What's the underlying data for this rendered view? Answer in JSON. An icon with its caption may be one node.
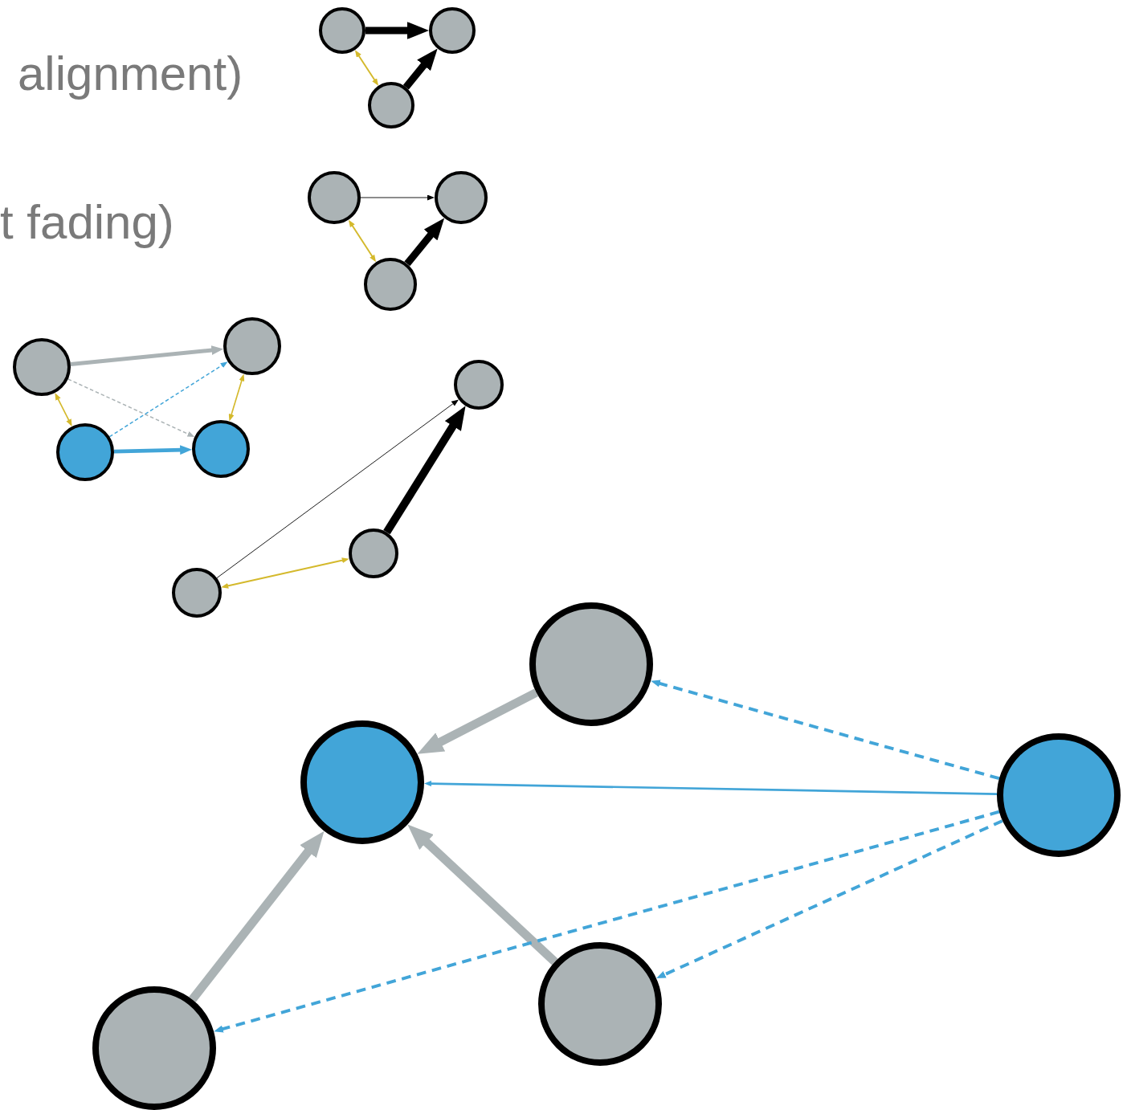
{
  "diagram": {
    "nodes": [
      {
        "text": [],
        "shape": "circle"
      },
      {
        "text": [],
        "shape": "circle"
      },
      {
        "text": [],
        "shape": "circle"
      },
      {
        "text": [],
        "shape": "circle"
      },
      {
        "text": [],
        "shape": "circle"
      },
      {
        "text": [],
        "shape": "circle"
      },
      {
        "text": [],
        "shape": "circle"
      },
      {
        "text": [],
        "shape": "circle"
      },
      {
        "text": [],
        "shape": "circle"
      },
      {
        "text": [],
        "shape": "circle"
      },
      {
        "text": [],
        "shape": "circle"
      },
      {
        "text": [],
        "shape": "circle"
      },
      {
        "text": [],
        "shape": "circle"
      },
      {
        "text": [],
        "shape": "circle"
      },
      {
        "text": [],
        "shape": "circle"
      },
      {
        "text": [],
        "shape": "circle"
      },
      {
        "text": [],
        "shape": "circle"
      },
      {
        "text": [],
        "shape": "circle"
      }
    ],
    "edges": [
      {
        "from": 0,
        "to": 1,
        "arrow": "to",
        "style": "thick",
        "color": "#000000"
      },
      {
        "from": 2,
        "to": 1,
        "arrow": "to",
        "style": "thick",
        "color": "#000000"
      },
      {
        "from": 0,
        "to": 2,
        "arrow": "both",
        "color": "#d4b92c"
      },
      {
        "from": 3,
        "to": 4,
        "arrow": "to",
        "color": "#000000"
      },
      {
        "from": 5,
        "to": 4,
        "arrow": "to",
        "style": "thick",
        "color": "#000000"
      },
      {
        "from": 3,
        "to": 5,
        "arrow": "both",
        "color": "#d4b92c"
      },
      {
        "from": 6,
        "to": 7,
        "arrow": "to",
        "color": "#abb3b5"
      },
      {
        "from": 6,
        "to": 9,
        "arrow": "to",
        "style": "dashed",
        "color": "#abb3b5"
      },
      {
        "from": 8,
        "to": 7,
        "arrow": "to",
        "style": "dashed",
        "color": "#42a5d8"
      },
      {
        "from": 8,
        "to": 9,
        "arrow": "to",
        "color": "#42a5d8"
      },
      {
        "from": 6,
        "to": 8,
        "arrow": "both",
        "color": "#d4b92c"
      },
      {
        "from": 7,
        "to": 9,
        "arrow": "both",
        "color": "#d4b92c"
      },
      {
        "from": 12,
        "to": 10,
        "arrow": "to",
        "color": "#000000"
      },
      {
        "from": 11,
        "to": 10,
        "arrow": "to",
        "style": "thick",
        "color": "#000000"
      },
      {
        "from": 12,
        "to": 11,
        "arrow": "both",
        "color": "#d4b92c"
      },
      {
        "from": 13,
        "to": 14,
        "arrow": "to",
        "style": "thick",
        "color": "#abb3b5"
      },
      {
        "from": 15,
        "to": 14,
        "arrow": "to",
        "color": "#42a5d8"
      },
      {
        "from": 15,
        "to": 13,
        "arrow": "to",
        "style": "dashed",
        "color": "#42a5d8"
      },
      {
        "from": 16,
        "to": 14,
        "arrow": "to",
        "style": "thick",
        "color": "#abb3b5"
      },
      {
        "from": 17,
        "to": 14,
        "arrow": "to",
        "style": "thick",
        "color": "#abb3b5"
      },
      {
        "from": 15,
        "to": 16,
        "arrow": "to",
        "style": "dashed",
        "color": "#42a5d8"
      },
      {
        "from": 15,
        "to": 17,
        "arrow": "to",
        "style": "dashed",
        "color": "#42a5d8"
      }
    ],
    "labels": [
      "alignment)",
      "t fading)"
    ]
  }
}
